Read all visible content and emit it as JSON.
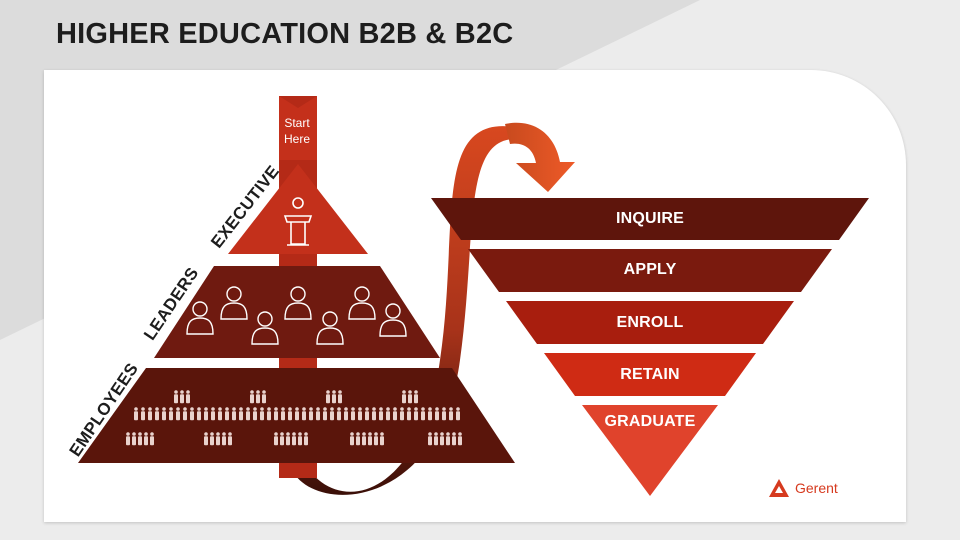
{
  "title": "HIGHER EDUCATION B2B & B2C",
  "pyramid": {
    "start_label": "Start Here",
    "tiers": [
      {
        "label": "EXECUTIVE",
        "icon": "podium-icon"
      },
      {
        "label": "LEADERS",
        "icon": "people-icon"
      },
      {
        "label": "EMPLOYEES",
        "icon": "crowd-icon"
      }
    ]
  },
  "funnel": {
    "stages": [
      "INQUIRE",
      "APPLY",
      "ENROLL",
      "RETAIN",
      "GRADUATE"
    ]
  },
  "logo": {
    "text": "Gerent"
  },
  "colors": {
    "pyramid_dark": "#6e1a10",
    "pyramid_red": "#c8321c",
    "funnel_colors": [
      "#5e150c",
      "#7a1a0e",
      "#a81e0e",
      "#cf2b14",
      "#e0432c"
    ],
    "accent": "#d63a1f"
  }
}
